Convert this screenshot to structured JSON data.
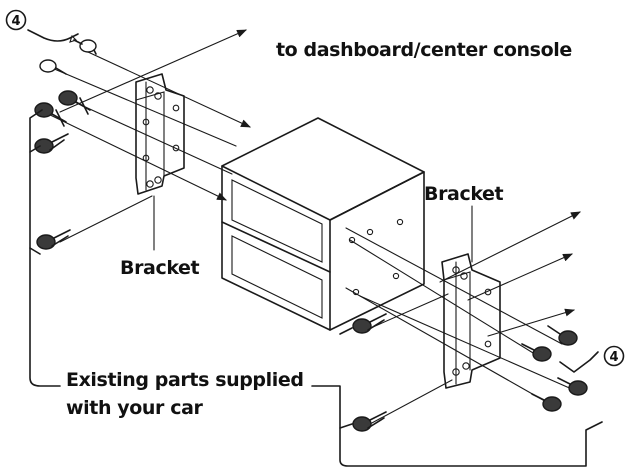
{
  "labels": {
    "top_destination": "to dashboard/center console",
    "bracket_left": "Bracket",
    "bracket_right": "Bracket",
    "existing_line1": "Existing parts supplied",
    "existing_line2": "with your car",
    "callout_left": "4",
    "callout_right": "4"
  },
  "colors": {
    "ink": "#1a1a1a",
    "background": "#ffffff"
  }
}
